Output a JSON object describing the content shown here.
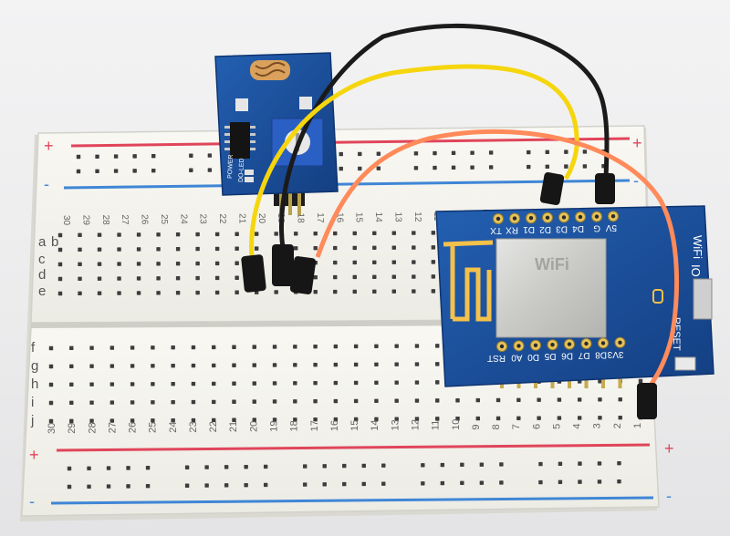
{
  "breadboard": {
    "rail_plus": "+",
    "rail_minus": "-",
    "row_letters_top": [
      "a",
      "b",
      "c",
      "d",
      "e"
    ],
    "row_letters_bottom": [
      "f",
      "g",
      "h",
      "i",
      "j"
    ],
    "column_numbers": [
      "30",
      "29",
      "28",
      "27",
      "26",
      "25",
      "24",
      "23",
      "22",
      "21",
      "20",
      "19",
      "18",
      "17",
      "16",
      "15",
      "14",
      "13",
      "12",
      "11",
      "10",
      "9",
      "8",
      "7",
      "6",
      "5",
      "4",
      "3",
      "2",
      "1"
    ]
  },
  "wemos_board": {
    "pin_labels_top": [
      "TX",
      "RX",
      "D1",
      "D2",
      "D3",
      "D4",
      "G",
      "5V"
    ],
    "pin_labels_bottom": [
      "RST",
      "A0",
      "D0",
      "D5",
      "D6",
      "D7",
      "D8",
      "3V3"
    ],
    "side_labels": [
      "WiFi",
      "IO"
    ],
    "reset_label": "RESET",
    "module_text": "WiFi"
  },
  "sensor_module": {
    "led_labels": [
      "POWER",
      "DO-LED"
    ]
  },
  "wire_colors": {
    "yellow": "#f5d60e",
    "black": "#1b1b1b",
    "orange": "#ff8a5a"
  },
  "board_colors": {
    "pcb_blue": "#1a4f9b",
    "breadboard_white": "#f7f5ef",
    "rail_red": "#e0455a",
    "rail_blue": "#3f86d6"
  }
}
